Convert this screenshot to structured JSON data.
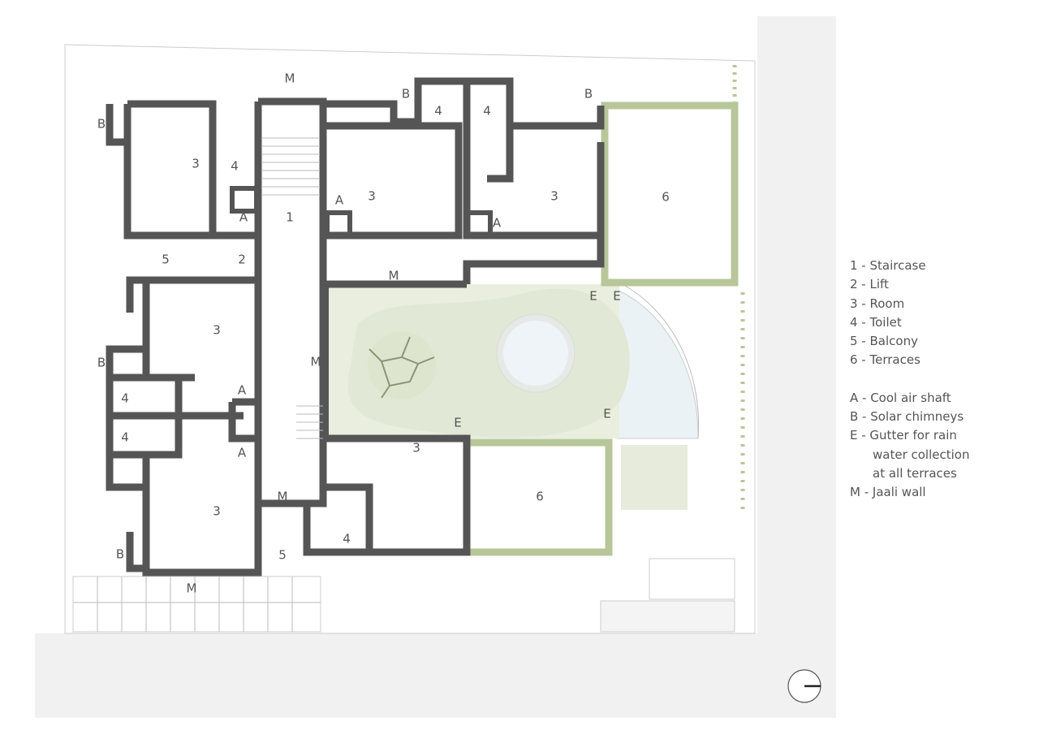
{
  "colors": {
    "wall": "#555555",
    "terrace_green": "#b8c79a",
    "courtyard": "#e4ead8",
    "water": "#eaf2f6",
    "site_gray": "#f1f1f1"
  },
  "labels": {
    "top_jaali": "M",
    "b1": "B",
    "t1": "4",
    "t2": "4",
    "b2": "B",
    "b3": "B",
    "room_nw": "3",
    "toilet_nw": "4",
    "stair": "1",
    "room_n": "3",
    "a1": "A",
    "room_ne": "3",
    "a2": "A",
    "terrace_e": "6",
    "a3": "A",
    "balcony_w": "5",
    "lift": "2",
    "jaali_n": "M",
    "room_w": "3",
    "jaali_court": "M",
    "b4": "B",
    "t3": "4",
    "a4": "A",
    "t4": "4",
    "a5": "A",
    "room_s": "3",
    "e1": "E",
    "e2": "E",
    "e3": "E",
    "e4": "E",
    "terrace_s": "6",
    "room_sw": "3",
    "jaali_s": "M",
    "t5": "4",
    "balcony_s": "5",
    "b5": "B",
    "jaali_bottom": "M"
  },
  "legend": {
    "numbers": [
      "1 - Staircase",
      "2 - Lift",
      "3 - Room",
      "4 - Toilet",
      "5 - Balcony",
      "6 - Terraces"
    ],
    "letters": [
      "A - Cool air shaft",
      "B - Solar chimneys",
      "E - Gutter for rain",
      "water collection",
      "at all terraces",
      "M - Jaali wall"
    ]
  },
  "compass_icon": "north-arrow-icon"
}
